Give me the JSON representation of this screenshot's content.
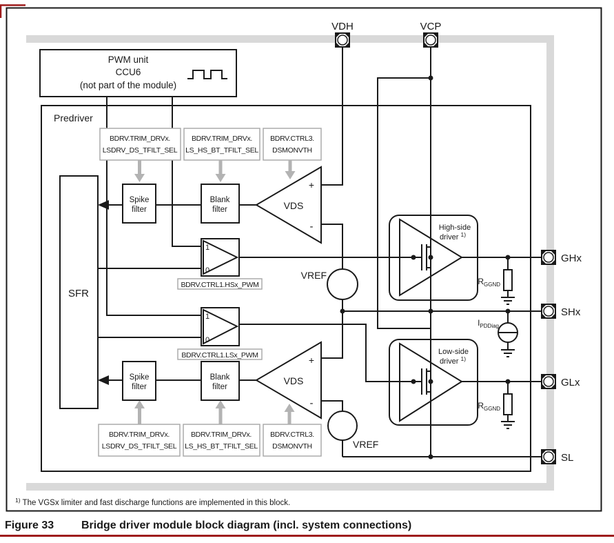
{
  "pins": {
    "vdh": "VDH",
    "vcp": "VCP",
    "ghx": "GHx",
    "shx": "SHx",
    "glx": "GLx",
    "sl": "SL"
  },
  "pwm_unit": {
    "line1": "PWM unit",
    "line2": "CCU6",
    "line3": "(not part of the module)"
  },
  "labels": {
    "predriver": "Predriver",
    "sfr": "SFR",
    "vds": "VDS",
    "plus": "+",
    "minus": "-",
    "vref": "VREF",
    "mux_one": "1",
    "mux_zero": "0",
    "spike_l1": "Spike",
    "spike_l2": "filter",
    "blank_l1": "Blank",
    "blank_l2": "filter",
    "hs_l1": "High-side",
    "hs_l2": "driver ",
    "ls_l1": "Low-side",
    "ls_l2": "driver ",
    "note_ref": "1)",
    "r_name": "R",
    "r_sub": "GGND",
    "i_name": "I",
    "i_sub": "PDDiag"
  },
  "registers": {
    "trim_ls_l1": "BDRV.TRIM_DRVx.",
    "trim_ls_l2": "LSDRV_DS_TFILT_SEL",
    "trim_bt_l1": "BDRV.TRIM_DRVx.",
    "trim_bt_l2": "LS_HS_BT_TFILT_SEL",
    "ctrl3_l1": "BDRV.CTRL3.",
    "ctrl3_l2": "DSMONVTH",
    "hsx_pwm": "BDRV.CTRL1.HSx_PWM",
    "lsx_pwm": "BDRV.CTRL1.LSx_PWM"
  },
  "footnote": {
    "ref": "1)",
    "text": " The VGSx limiter and fast discharge functions are implemented in this block."
  },
  "caption": {
    "number": "Figure 33",
    "title": "Bridge driver module block diagram (incl. system connections)"
  },
  "colors": {
    "line": "#1a1a1a",
    "frame_gray": "#d9d9d9",
    "register_border": "#ababab",
    "arrow_gray": "#b3b3b3",
    "accent_red": "#9e1b1b"
  }
}
